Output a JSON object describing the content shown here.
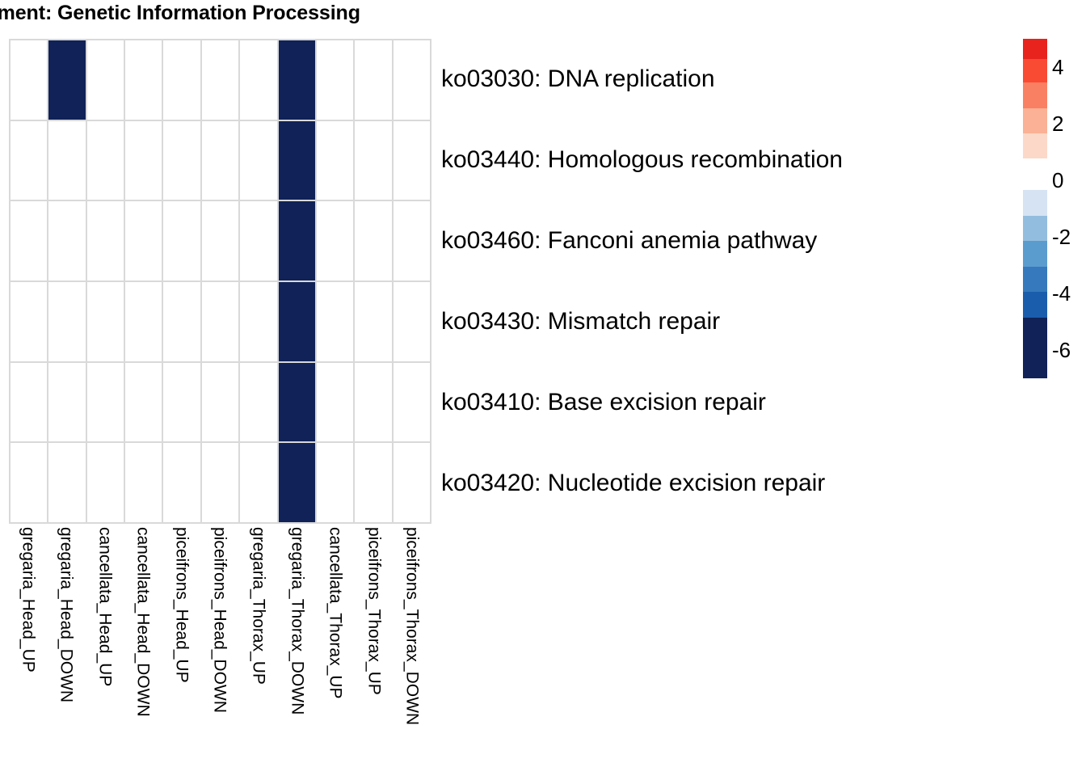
{
  "title": "nrichment: Genetic Information Processing",
  "chart_data": {
    "type": "heatmap",
    "title": "nrichment: Genetic Information Processing",
    "xlabel": "",
    "ylabel": "",
    "grid": true,
    "legend_position": "right",
    "columns": [
      "gregaria_Head_UP",
      "gregaria_Head_DOWN",
      "cancellata_Head_UP",
      "cancellata_Head_DOWN",
      "piceifrons_Head_UP",
      "piceifrons_Head_DOWN",
      "gregaria_Thorax_UP",
      "gregaria_Thorax_DOWN",
      "cancellata_Thorax_UP",
      "piceifrons_Thorax_UP",
      "piceifrons_Thorax_DOWN"
    ],
    "rows": [
      "ko03030: DNA replication",
      "ko03440: Homologous recombination",
      "ko03460: Fanconi anemia pathway",
      "ko03430: Mismatch repair",
      "ko03410: Base excision repair",
      "ko03420: Nucleotide excision repair"
    ],
    "values": [
      [
        null,
        -6.5,
        null,
        null,
        null,
        null,
        null,
        -6.5,
        null,
        null,
        null
      ],
      [
        null,
        null,
        null,
        null,
        null,
        null,
        null,
        -6.5,
        null,
        null,
        null
      ],
      [
        null,
        null,
        null,
        null,
        null,
        null,
        null,
        -6.5,
        null,
        null,
        null
      ],
      [
        null,
        null,
        null,
        null,
        null,
        null,
        null,
        -6.5,
        null,
        null,
        null
      ],
      [
        null,
        null,
        null,
        null,
        null,
        null,
        null,
        -6.5,
        null,
        null,
        null
      ],
      [
        null,
        null,
        null,
        null,
        null,
        null,
        null,
        -6.5,
        null,
        null,
        null
      ]
    ],
    "colorbar": {
      "ticks": [
        4,
        2,
        0,
        -2,
        -4,
        -6
      ],
      "tick_labels": [
        "4",
        "2",
        "0",
        "-2",
        "-4",
        "-6"
      ],
      "range": [
        -7,
        5
      ],
      "bands": [
        {
          "color": "#e8231e",
          "from": 5.0,
          "to": 4.3
        },
        {
          "color": "#f94a33",
          "from": 4.3,
          "to": 3.45
        },
        {
          "color": "#fa8063",
          "from": 3.45,
          "to": 2.55
        },
        {
          "color": "#fab195",
          "from": 2.55,
          "to": 1.65
        },
        {
          "color": "#fcd8c8",
          "from": 1.65,
          "to": 0.78
        },
        {
          "color": "#ffffff",
          "from": 0.78,
          "to": -0.33
        },
        {
          "color": "#d6e3f3",
          "from": -0.33,
          "to": -1.25
        },
        {
          "color": "#93bddf",
          "from": -1.25,
          "to": -2.15
        },
        {
          "color": "#5b9ccf",
          "from": -2.15,
          "to": -3.05
        },
        {
          "color": "#3679bc",
          "from": -3.05,
          "to": -3.95
        },
        {
          "color": "#1a5dad",
          "from": -3.95,
          "to": -4.85
        },
        {
          "color": "#102257",
          "from": -4.85,
          "to": -7.0
        }
      ]
    },
    "cell_fill_default": "#ffffff",
    "cell_fill_significant": "#102257",
    "gridline_color": "#d9d9d9"
  }
}
